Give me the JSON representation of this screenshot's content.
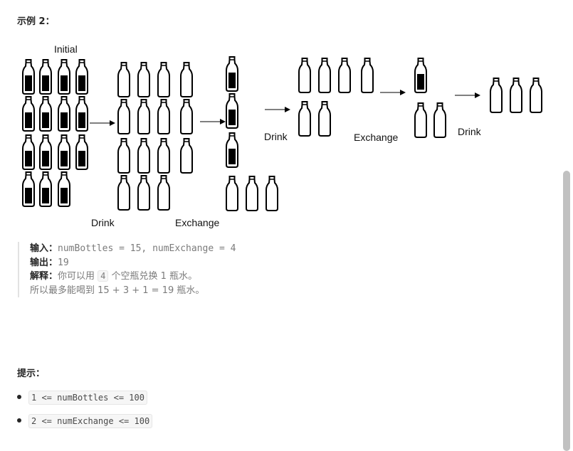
{
  "example": {
    "title": "示例 2：",
    "figure_labels": {
      "initial": "Initial",
      "drink_1": "Drink",
      "exchange_1": "Exchange",
      "drink_2": "Drink",
      "exchange_2": "Exchange",
      "drink_3": "Drink"
    },
    "figure_groups": [
      {
        "full_bottles": 15,
        "empty_bottles": 0
      },
      {
        "full_bottles": 0,
        "empty_bottles": 15
      },
      {
        "full_bottles": 3,
        "empty_bottles": 3
      },
      {
        "full_bottles": 0,
        "empty_bottles": 6
      },
      {
        "full_bottles": 1,
        "empty_bottles": 2
      },
      {
        "full_bottles": 0,
        "empty_bottles": 3
      }
    ],
    "input_label": "输入：",
    "input_value": "numBottles = 15, numExchange = 4",
    "output_label": "输出：",
    "output_value": "19",
    "explain_label": "解释：",
    "explain_pre": "你可以用",
    "explain_code": "4",
    "explain_post": "个空瓶兑换 1 瓶水。",
    "explain_line2": "所以最多能喝到 15 + 3 + 1 = 19 瓶水。"
  },
  "hints": {
    "title": "提示：",
    "items": [
      "1 <= numBottles <= 100",
      "2 <= numExchange <= 100"
    ]
  }
}
